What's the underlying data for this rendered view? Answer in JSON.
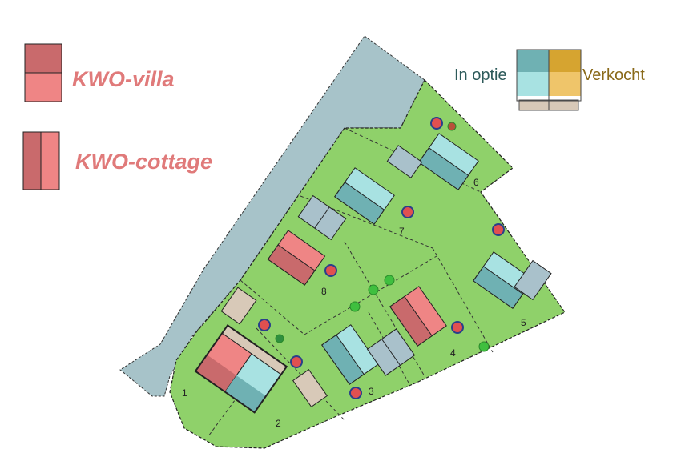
{
  "legend": {
    "villa_label": "KWO-villa",
    "cottage_label": "KWO-cottage",
    "in_option_label": "In optie",
    "sold_label": "Verkocht"
  },
  "colors": {
    "villa_dark": "#c96a6c",
    "villa_light": "#ef8585",
    "option_dark": "#6fb1b3",
    "option_light": "#a8e2e2",
    "sold_dark": "#d6a430",
    "sold_light": "#efc56a",
    "lawn": "#8fd16a",
    "road": "#a7c3c9",
    "shed": "#d8c9b8",
    "garage": "#a9c1cb"
  },
  "plots": [
    {
      "number": "1"
    },
    {
      "number": "2"
    },
    {
      "number": "3"
    },
    {
      "number": "4"
    },
    {
      "number": "5"
    },
    {
      "number": "6"
    },
    {
      "number": "7"
    },
    {
      "number": "8"
    }
  ]
}
